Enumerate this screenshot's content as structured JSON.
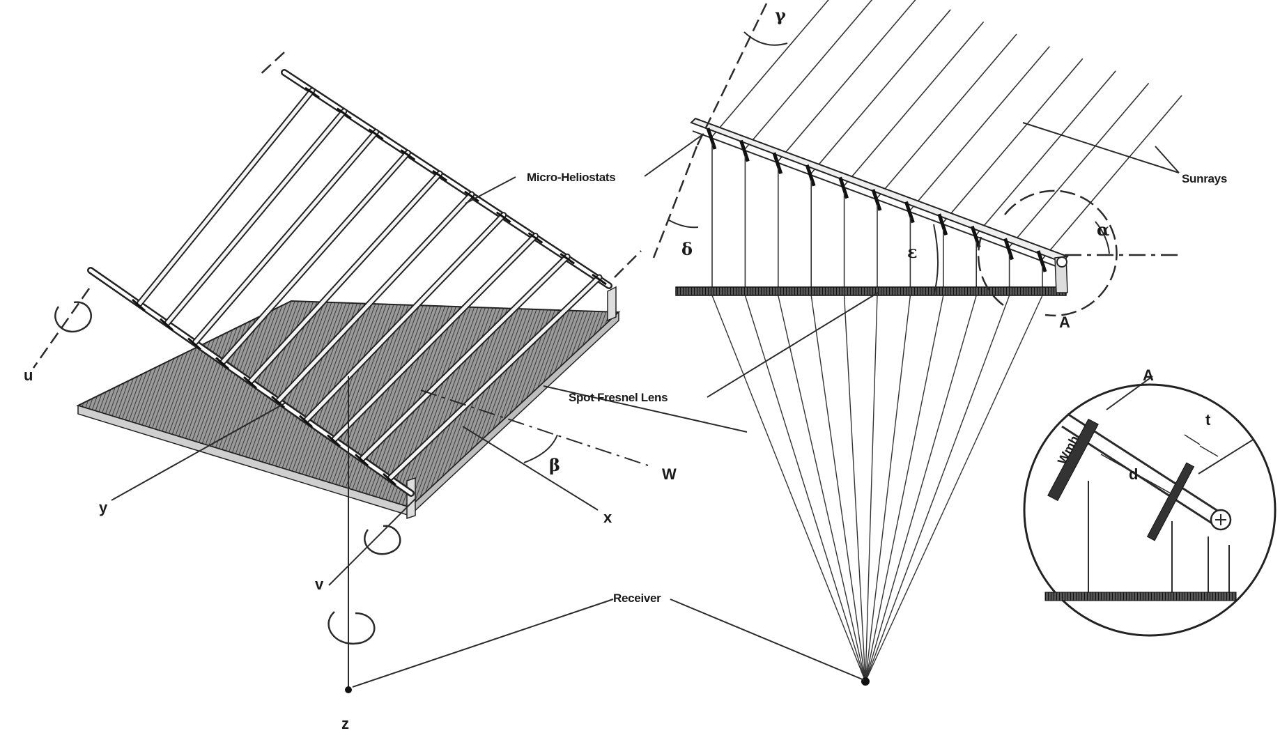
{
  "labels": {
    "micro_heliostats": "Micro-Heliostats",
    "sunrays": "Sunrays",
    "spot_fresnel_lens": "Spot Fresnel Lens",
    "receiver": "Receiver",
    "axis_u": "u",
    "axis_v": "v",
    "axis_w": "W",
    "axis_x": "x",
    "axis_y": "y",
    "axis_z": "z",
    "angle_beta": "β",
    "angle_gamma": "γ",
    "angle_delta": "δ",
    "angle_epsilon": "ε",
    "angle_alpha": "α",
    "detail_marker": "A",
    "detail_title": "A",
    "dim_t": "t",
    "dim_d": "d",
    "dim_wmh": "Wmh"
  },
  "colors": {
    "ink": "#1a1a1a",
    "background": "#ffffff",
    "lens_hatch": "#5a5a5a"
  }
}
